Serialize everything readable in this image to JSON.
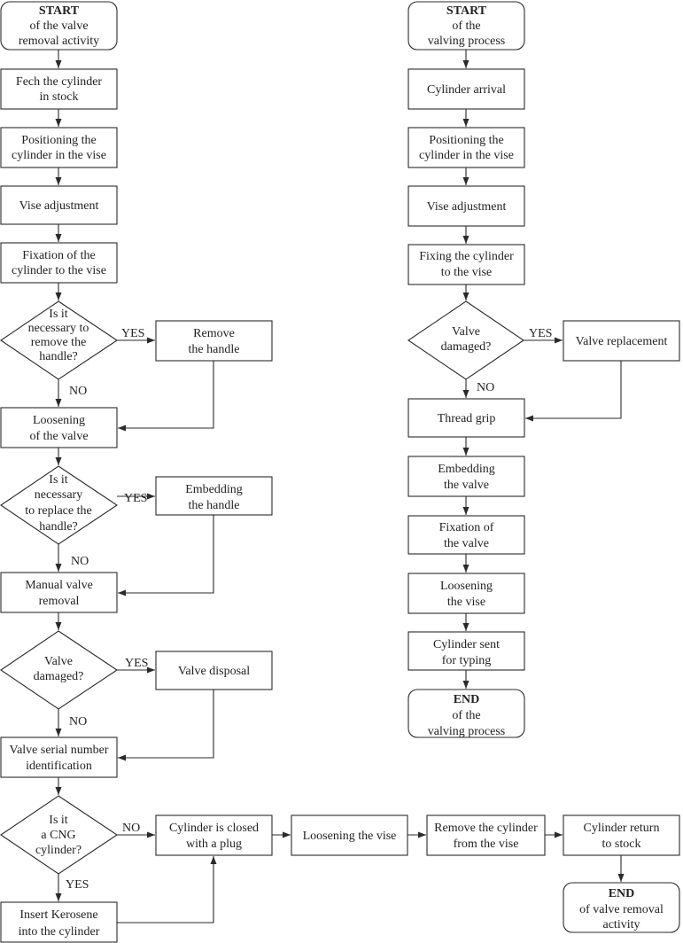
{
  "left": {
    "start": {
      "title": "START",
      "line1": "of the valve",
      "line2": "removal activity"
    },
    "fetch": {
      "line1": "Fech the cylinder",
      "line2": "in stock"
    },
    "positioning": {
      "line1": "Positioning the",
      "line2": "cylinder in the vise"
    },
    "vise_adjust": {
      "line1": "Vise adjustment"
    },
    "fixation": {
      "line1": "Fixation of the",
      "line2": "cylinder to the vise"
    },
    "decision_remove_handle": {
      "line1": "Is it",
      "line2": "necessary to",
      "line3": "remove the",
      "line4": "handle?"
    },
    "remove_handle": {
      "line1": "Remove",
      "line2": "the handle"
    },
    "loosening_valve": {
      "line1": "Loosening",
      "line2": "of the valve"
    },
    "decision_replace_handle": {
      "line1": "Is it",
      "line2": "necessary",
      "line3": "to replace the",
      "line4": "handle?"
    },
    "embedding_handle": {
      "line1": "Embedding",
      "line2": "the handle"
    },
    "manual_removal": {
      "line1": "Manual valve",
      "line2": "removal"
    },
    "decision_valve_damaged": {
      "line1": "Valve",
      "line2": "damaged?"
    },
    "valve_disposal": {
      "line1": "Valve disposal"
    },
    "serial_id": {
      "line1": "Valve serial number",
      "line2": "identification"
    },
    "decision_cng": {
      "line1": "Is it",
      "line2": "a CNG",
      "line3": "cylinder?"
    },
    "insert_kerosene": {
      "line1": "Insert Kerosene",
      "line2": "into the cylinder"
    },
    "closed_plug": {
      "line1": "Cylinder is closed",
      "line2": "with a plug"
    },
    "loosening_vise": {
      "line1": "Loosening the vise"
    },
    "remove_cylinder": {
      "line1": "Remove the cylinder",
      "line2": "from the vise"
    },
    "return_stock": {
      "line1": "Cylinder return",
      "line2": "to stock"
    },
    "end": {
      "title": "END",
      "line1": "of valve removal",
      "line2": "activity"
    }
  },
  "right": {
    "start": {
      "title": "START",
      "line1": "of the",
      "line2": "valving process"
    },
    "arrival": {
      "line1": "Cylinder arrival"
    },
    "positioning": {
      "line1": "Positioning the",
      "line2": "cylinder in the vise"
    },
    "vise_adjust": {
      "line1": "Vise adjustment"
    },
    "fixing": {
      "line1": "Fixing  the cylinder",
      "line2": "to the vise"
    },
    "decision_valve_damaged": {
      "line1": "Valve",
      "line2": "damaged?"
    },
    "valve_replacement": {
      "line1": "Valve replacement"
    },
    "thread_grip": {
      "line1": "Thread grip"
    },
    "embedding_valve": {
      "line1": "Embedding",
      "line2": "the valve"
    },
    "fixation_valve": {
      "line1": "Fixation of",
      "line2": "the valve"
    },
    "loosening_vise": {
      "line1": "Loosening",
      "line2": "the vise"
    },
    "sent_typing": {
      "line1": "Cylinder sent",
      "line2": "for typing"
    },
    "end": {
      "title": "END",
      "line1": "of the",
      "line2": "valving process"
    }
  },
  "labels": {
    "yes": "YES",
    "no": "NO"
  }
}
